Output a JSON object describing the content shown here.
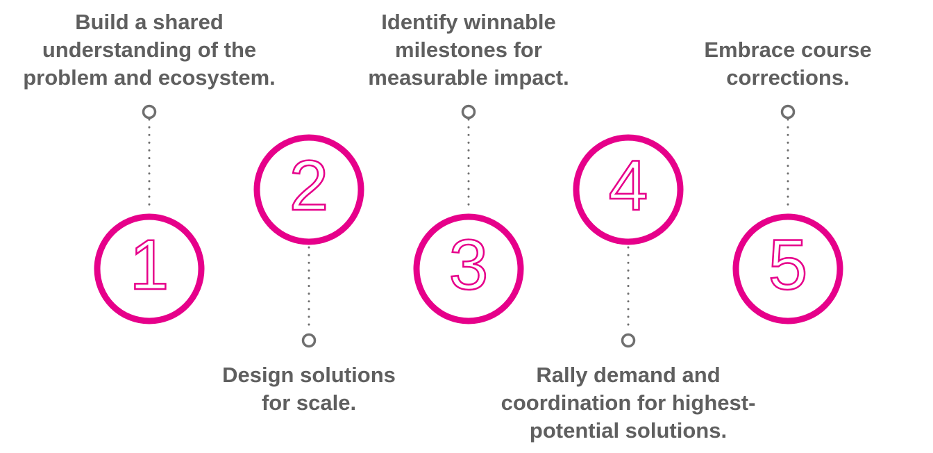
{
  "steps": [
    {
      "number": "1",
      "text": "Build a shared\nunderstanding of the\nproblem and ecosystem."
    },
    {
      "number": "2",
      "text": "Design solutions\nfor scale."
    },
    {
      "number": "3",
      "text": "Identify winnable\nmilestones for\nmeasurable impact."
    },
    {
      "number": "4",
      "text": "Rally demand and\ncoordination for highest-\npotential solutions."
    },
    {
      "number": "5",
      "text": "Embrace course\ncorrections."
    }
  ],
  "colors": {
    "accent": "#e6008a",
    "connector": "#6f6f6f",
    "text": "#5f5f5f"
  }
}
